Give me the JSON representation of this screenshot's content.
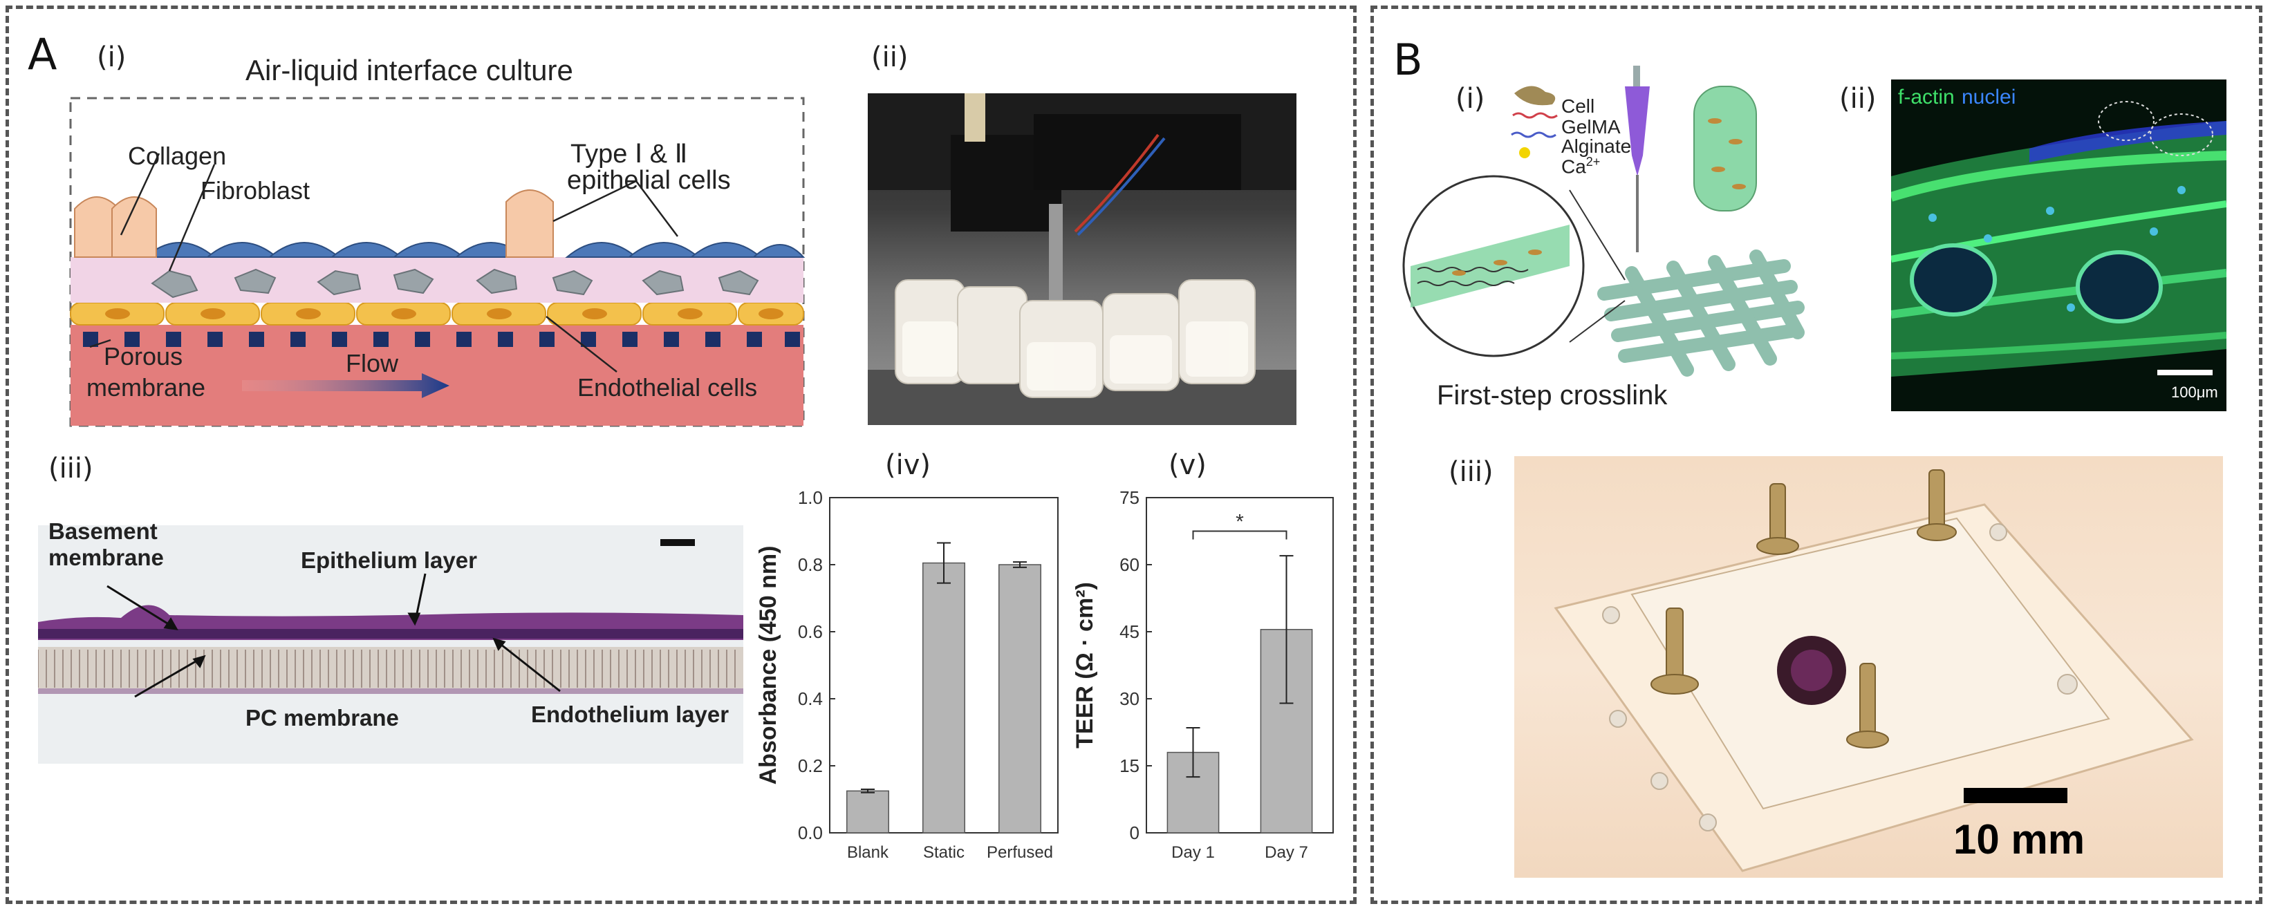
{
  "panel_a": {
    "letter": "A",
    "i": {
      "label": "(i)",
      "title": "Air-liquid interface culture",
      "collagen": "Collagen",
      "fibroblast": "Fibroblast",
      "type_line1": "Type Ⅰ & Ⅱ",
      "type_line2": "epithelial cells",
      "porous_line1": "Porous",
      "porous_line2": "membrane",
      "flow": "Flow",
      "endothelial": "Endothelial cells"
    },
    "ii": {
      "label": "(ii)"
    },
    "iii": {
      "label": "(iii)",
      "basement_line1": "Basement",
      "basement_line2": "membrane",
      "epithelium": "Epithelium layer",
      "pc_membrane": "PC membrane",
      "endothelium": "Endothelium layer"
    },
    "iv": {
      "label": "(iv)"
    },
    "v": {
      "label": "(v)"
    }
  },
  "panel_b": {
    "letter": "B",
    "i": {
      "label": "(i)",
      "legend": [
        "Cell",
        "GelMA",
        "Alginate",
        "Ca"
      ],
      "ca_sup": "2+",
      "caption": "First-step crosslink"
    },
    "ii": {
      "label": "(ii)",
      "stain1": "f-actin",
      "stain2": "nuclei",
      "scale": "100μm"
    },
    "iii": {
      "label": "(iii)",
      "scale": "10 mm"
    }
  },
  "chart_data": [
    {
      "type": "bar",
      "categories": [
        "Blank",
        "Static",
        "Perfused"
      ],
      "values": [
        0.125,
        0.805,
        0.8
      ],
      "errors": [
        0.005,
        0.06,
        0.008
      ],
      "ylabel": "Absorbance (450 nm)",
      "ylim": [
        0,
        1.0
      ],
      "yticks": [
        "0.0",
        "0.2",
        "0.4",
        "0.6",
        "0.8",
        "1.0"
      ],
      "bar_color": "#b5b5b5"
    },
    {
      "type": "bar",
      "categories": [
        "Day 1",
        "Day 7"
      ],
      "values": [
        18,
        45.5
      ],
      "errors": [
        5.5,
        16.5
      ],
      "ylabel": "TEER (Ω · cm²)",
      "ylim": [
        0,
        75
      ],
      "yticks": [
        "0",
        "15",
        "30",
        "45",
        "60",
        "75"
      ],
      "significance": "*",
      "bar_color": "#b5b5b5"
    }
  ]
}
